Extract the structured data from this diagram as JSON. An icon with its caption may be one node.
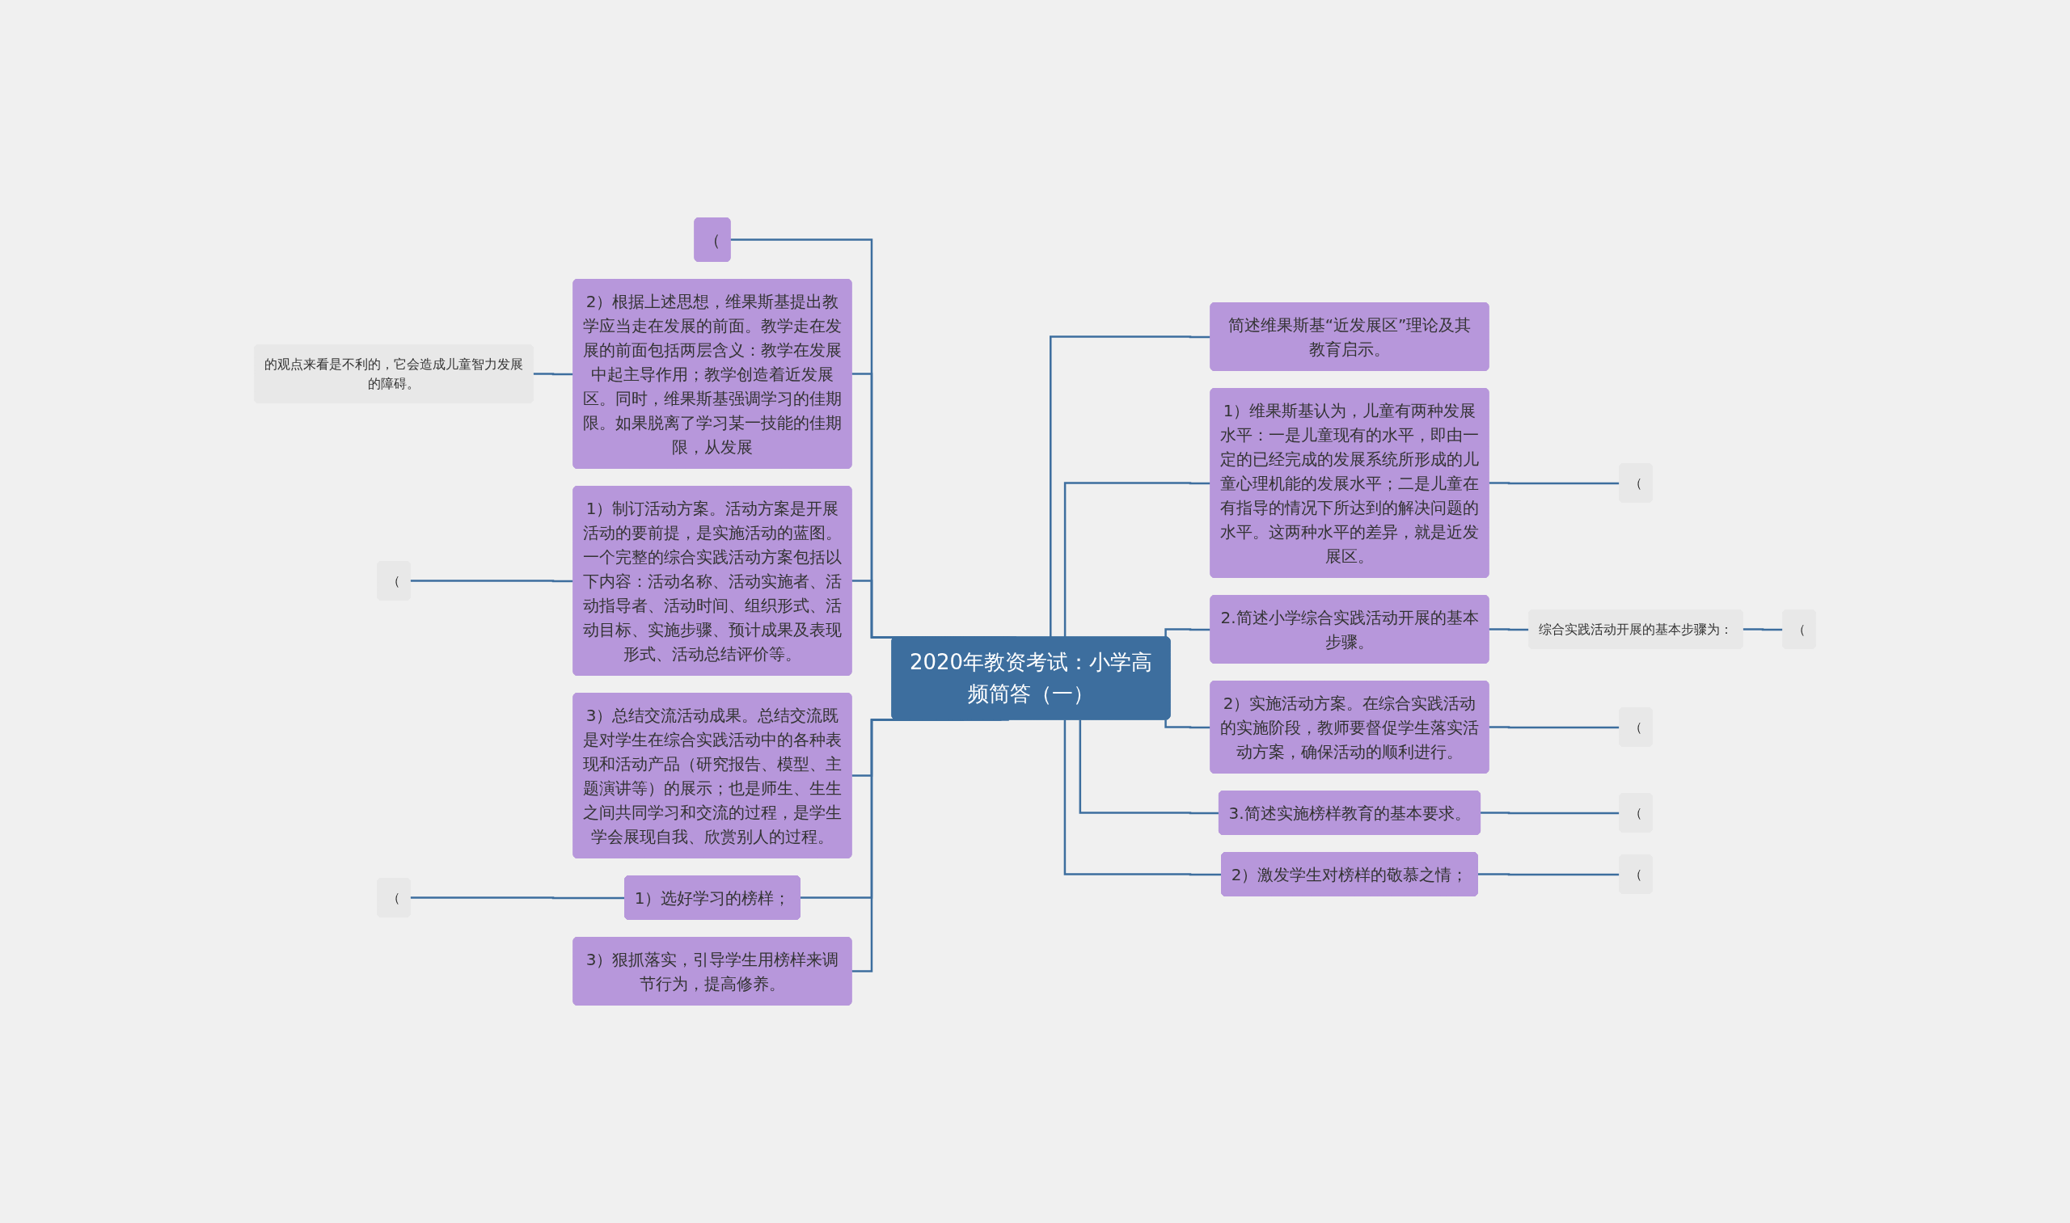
{
  "diagram": {
    "nodes": [
      {
        "text": [
          "2020年教资考试：小学高频简答（一）"
        ]
      },
      {
        "text": [
          "（"
        ]
      },
      {
        "text": [
          "2）根据上述思想，维果斯基提出教学应当走在发展的前面。教学走在发展的前面包括两层含义：教学在发展中起主导作用；教学创造着近发展区。同时，维果斯基强调学习的佳期限。如果脱离了学习某一技能的佳期限，从发展"
        ]
      },
      {
        "text": [
          "的观点来看是不利的，它会造成儿童智力发展的障碍。"
        ]
      },
      {
        "text": [
          "1）制订活动方案。活动方案是开展活动的要前提，是实施活动的蓝图。一个完整的综合实践活动方案包括以下内容：活动名称、活动实施者、活动指导者、活动时间、组织形式、活动目标、实施步骤、预计成果及表现形式、活动总结评价等。"
        ]
      },
      {
        "text": [
          "（"
        ]
      },
      {
        "text": [
          "3）总结交流活动成果。总结交流既是对学生在综合实践活动中的各种表现和活动产品（研究报告、模型、主题演讲等）的展示；也是师生、生生之间共同学习和交流的过程，是学生学会展现自我、欣赏别人的过程。"
        ]
      },
      {
        "text": [
          "1）选好学习的榜样；"
        ]
      },
      {
        "text": [
          "（"
        ]
      },
      {
        "text": [
          "3）狠抓落实，引导学生用榜样来调节行为，提高修养。"
        ]
      },
      {
        "text": [
          "简述维果斯基“近发展区”理论及其教育启示。"
        ]
      },
      {
        "text": [
          "1）维果斯基认为，儿童有两种发展水平：一是儿童现有的水平，即由一定的已经完成的发展系统所形成的儿童心理机能的发展水平；二是儿童在有指导的情况下所达到的解决问题的水平。这两种水平的差异，就是近发展区。"
        ]
      },
      {
        "text": [
          "（"
        ]
      },
      {
        "text": [
          "2.简述小学综合实践活动开展的基本步骤。"
        ]
      },
      {
        "text": [
          "综合实践活动开展的基本步骤为："
        ]
      },
      {
        "text": [
          "（"
        ]
      },
      {
        "text": [
          "2）实施活动方案。在综合实践活动的实施阶段，教师要督促学生落实活动方案，确保活动的顺利进行。"
        ]
      },
      {
        "text": [
          "（"
        ]
      },
      {
        "text": [
          "3.简述实施榜样教育的基本要求。"
        ]
      },
      {
        "text": [
          "（"
        ]
      },
      {
        "text": [
          "2）激发学生对榜样的敬慕之情；"
        ]
      },
      {
        "text": [
          "（"
        ]
      }
    ],
    "edges": [
      {
        "from": 0,
        "to": 1,
        "arrow": "none"
      },
      {
        "from": 0,
        "to": 2,
        "arrow": "none"
      },
      {
        "from": 2,
        "to": 3,
        "arrow": "none"
      },
      {
        "from": 0,
        "to": 4,
        "arrow": "none"
      },
      {
        "from": 4,
        "to": 5,
        "arrow": "none"
      },
      {
        "from": 0,
        "to": 6,
        "arrow": "none"
      },
      {
        "from": 0,
        "to": 7,
        "arrow": "none"
      },
      {
        "from": 7,
        "to": 8,
        "arrow": "none"
      },
      {
        "from": 0,
        "to": 9,
        "arrow": "none"
      },
      {
        "from": 0,
        "to": 10,
        "arrow": "none"
      },
      {
        "from": 0,
        "to": 11,
        "arrow": "none"
      },
      {
        "from": 11,
        "to": 12,
        "arrow": "none"
      },
      {
        "from": 0,
        "to": 13,
        "arrow": "none"
      },
      {
        "from": 13,
        "to": 14,
        "arrow": "none"
      },
      {
        "from": 14,
        "to": 15,
        "arrow": "none"
      },
      {
        "from": 0,
        "to": 16,
        "arrow": "none"
      },
      {
        "from": 16,
        "to": 17,
        "arrow": "none"
      },
      {
        "from": 0,
        "to": 18,
        "arrow": "none"
      },
      {
        "from": 18,
        "to": 19,
        "arrow": "none"
      },
      {
        "from": 0,
        "to": 20,
        "arrow": "none"
      },
      {
        "from": 20,
        "to": 21,
        "arrow": "none"
      }
    ]
  }
}
